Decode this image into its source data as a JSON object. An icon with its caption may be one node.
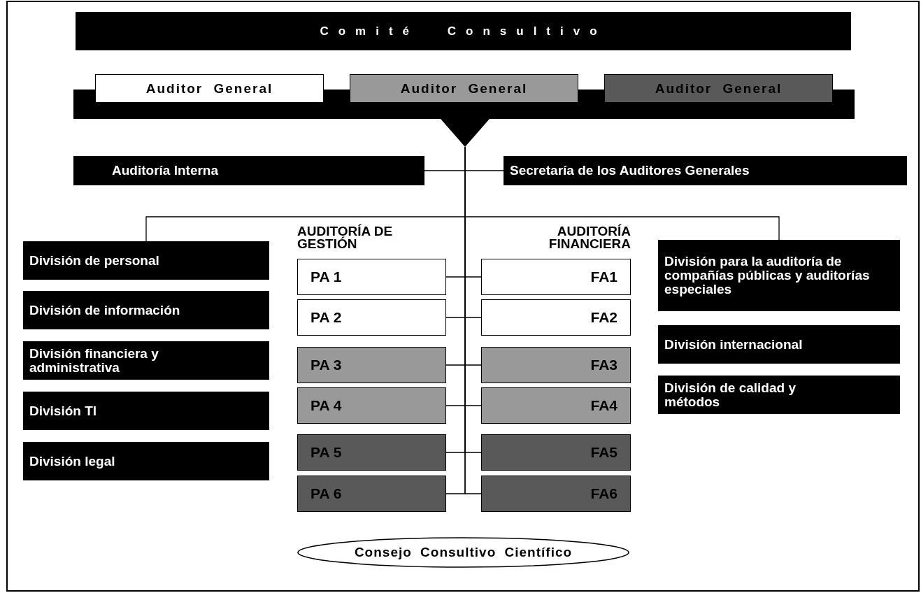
{
  "diagram": {
    "nodes": [
      {
        "text": [
          "Comité Consultivo"
        ]
      },
      {
        "text": [],
        "shape": "bar"
      },
      {
        "text": [
          "Auditor General"
        ]
      },
      {
        "text": [
          "Auditor General"
        ]
      },
      {
        "text": [
          "Auditor General"
        ]
      },
      {
        "text": [
          "Auditoría Interna"
        ]
      },
      {
        "text": [
          "Secretaría de los Auditores Generales"
        ]
      },
      {
        "text": [
          "División de personal"
        ]
      },
      {
        "text": [
          "División de información"
        ]
      },
      {
        "text": [
          "División financiera y administrativa"
        ]
      },
      {
        "text": [
          "División TI"
        ]
      },
      {
        "text": [
          "División legal"
        ]
      },
      {
        "text": [
          "PA 1"
        ]
      },
      {
        "text": [
          "PA 2"
        ]
      },
      {
        "text": [
          "PA 3"
        ]
      },
      {
        "text": [
          "PA 4"
        ]
      },
      {
        "text": [
          "PA 5"
        ]
      },
      {
        "text": [
          "PA 6"
        ]
      },
      {
        "text": [
          "FA1"
        ]
      },
      {
        "text": [
          "FA2"
        ]
      },
      {
        "text": [
          "FA3"
        ]
      },
      {
        "text": [
          "FA4"
        ]
      },
      {
        "text": [
          "FA5"
        ]
      },
      {
        "text": [
          "FA6"
        ]
      },
      {
        "text": [
          "División para la auditoría de compañías públicas y auditorías especiales"
        ]
      },
      {
        "text": [
          "División internacional"
        ]
      },
      {
        "text": [
          "División de calidad y métodos"
        ]
      },
      {
        "text": [
          "Consejo Consultivo Científico"
        ]
      }
    ],
    "edges": [
      {
        "from": 1,
        "to": 5,
        "arrow": "none"
      },
      {
        "from": 1,
        "to": 6,
        "arrow": "none"
      },
      {
        "from": 1,
        "to": 7,
        "arrow": "none"
      },
      {
        "from": 1,
        "to": 24,
        "arrow": "none"
      },
      {
        "from": 1,
        "to": 12,
        "arrow": "none"
      },
      {
        "from": 1,
        "to": 13,
        "arrow": "none"
      },
      {
        "from": 1,
        "to": 14,
        "arrow": "none"
      },
      {
        "from": 1,
        "to": 15,
        "arrow": "none"
      },
      {
        "from": 1,
        "to": 16,
        "arrow": "none"
      },
      {
        "from": 1,
        "to": 17,
        "arrow": "none"
      },
      {
        "from": 1,
        "to": 18,
        "arrow": "none"
      },
      {
        "from": 1,
        "to": 19,
        "arrow": "none"
      },
      {
        "from": 1,
        "to": 20,
        "arrow": "none"
      },
      {
        "from": 1,
        "to": 21,
        "arrow": "none"
      },
      {
        "from": 1,
        "to": 22,
        "arrow": "none"
      },
      {
        "from": 1,
        "to": 23,
        "arrow": "none"
      }
    ],
    "labels": [
      "AUDITORÍA DE GESTIÓN",
      "AUDITORÍA FINANCIERA"
    ]
  }
}
